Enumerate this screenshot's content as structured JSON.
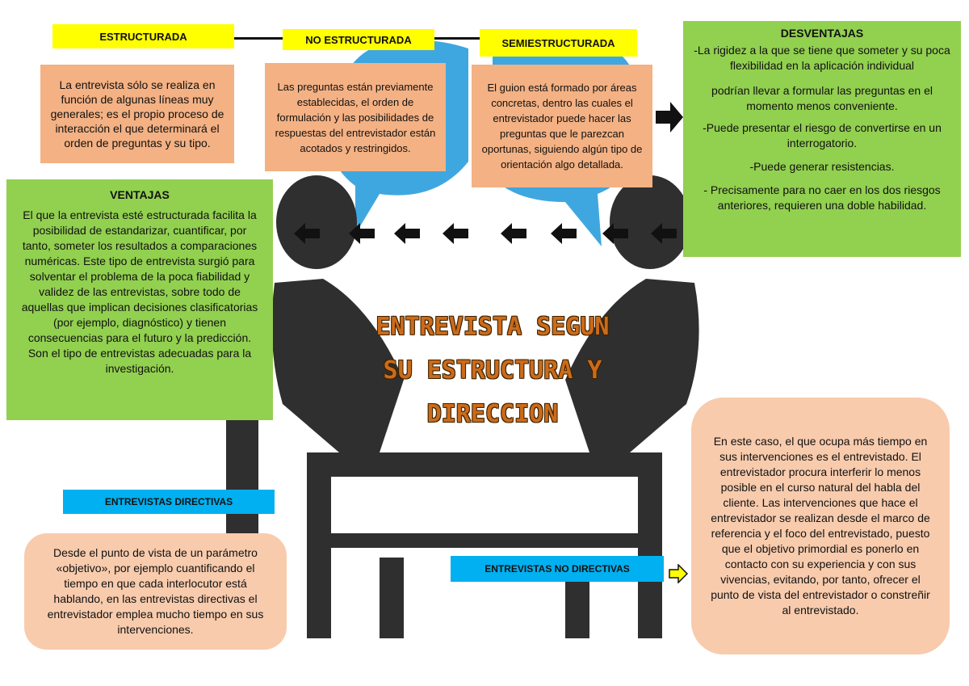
{
  "top_labels": {
    "structured": "ESTRUCTURADA",
    "unstructured": "NO ESTRUCTURADA",
    "semistructured": "SEMIESTRUCTURADA"
  },
  "descriptions": {
    "structured": "La entrevista sólo se realiza en función de algunas líneas muy generales; es el propio proceso de interacción el que determinará el orden de preguntas y su tipo.",
    "unstructured": "Las preguntas están previamente establecidas, el orden de formulación y las posibilidades de respuestas del entrevistador están acotados y restringidos.",
    "semistructured": "El guion está formado por áreas concretas, dentro las cuales el entrevistador puede hacer las preguntas que le parezcan oportunas, siguiendo algún tipo de orientación algo detallada."
  },
  "disadvantages": {
    "title": "DESVENTAJAS",
    "p1": "-La rigidez a la que se tiene que someter y su poca flexibilidad en la aplicación individual",
    "p2": "podrían llevar a formular las preguntas en el momento menos conveniente.",
    "p3": "-Puede presentar el riesgo de convertirse en un interrogatorio.",
    "p4": "-Puede generar resistencias.",
    "p5": "- Precisamente para no caer en los dos riesgos anteriores, requieren una doble habilidad."
  },
  "advantages": {
    "title": "VENTAJAS",
    "body": "El que la entrevista esté estructurada facilita la posibilidad de estandarizar, cuantificar, por tanto, someter los resultados a comparaciones numéricas. Este tipo de entrevista surgió para solventar el problema de la poca fiabilidad y validez de las entrevistas, sobre todo de aquellas que implican decisiones clasificatorias (por ejemplo, diagnóstico) y tienen consecuencias para el futuro y la predicción. Son el tipo de entrevistas adecuadas para la investigación."
  },
  "title": {
    "line1": "ENTREVISTA SEGUN",
    "line2": "SU ESTRUCTURA Y",
    "line3": "DIRECCION"
  },
  "directive": {
    "label": "ENTREVISTAS DIRECTIVAS",
    "body": "Desde el punto de vista de un parámetro «objetivo», por ejemplo cuantificando el tiempo en que cada interlocutor está hablando, en las entrevistas directivas el entrevistador emplea mucho tiempo en sus intervenciones."
  },
  "non_directive": {
    "label": "ENTREVISTAS NO DIRECTIVAS",
    "body": "En este caso, el que ocupa más tiempo en sus intervenciones es el entrevistado. El entrevistador procura interferir lo menos posible en el curso natural del habla del cliente. Las intervenciones que hace el entrevistador se realizan desde el marco de referencia y el foco del entrevistado, puesto que el objetivo primordial es ponerlo en contacto con su experiencia y con sus vivencias, evitando, por tanto, ofrecer el punto de vista del entrevistador o constreñir al entrevistado."
  },
  "colors": {
    "yellow": "#ffff00",
    "orange": "#f4b183",
    "green": "#92d050",
    "blue": "#00b0f0",
    "peach": "#f8cbad",
    "title": "#cc6b1a"
  }
}
